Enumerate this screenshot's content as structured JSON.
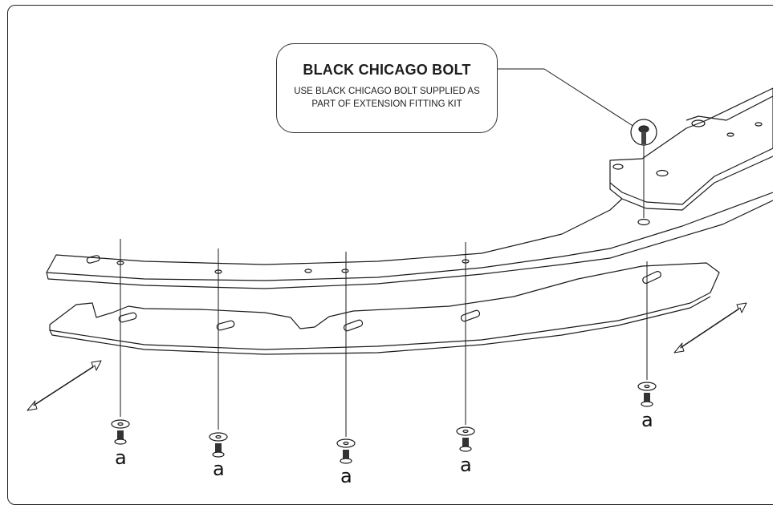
{
  "callout": {
    "title": "BLACK CHICAGO BOLT",
    "body": "USE BLACK CHICAGO BOLT SUPPLIED AS PART OF EXTENSION FITTING KIT"
  },
  "fastener_label": "a",
  "colors": {
    "line": "#1a1a1a",
    "fill": "#ffffff",
    "shade": "#d9d9d9"
  }
}
